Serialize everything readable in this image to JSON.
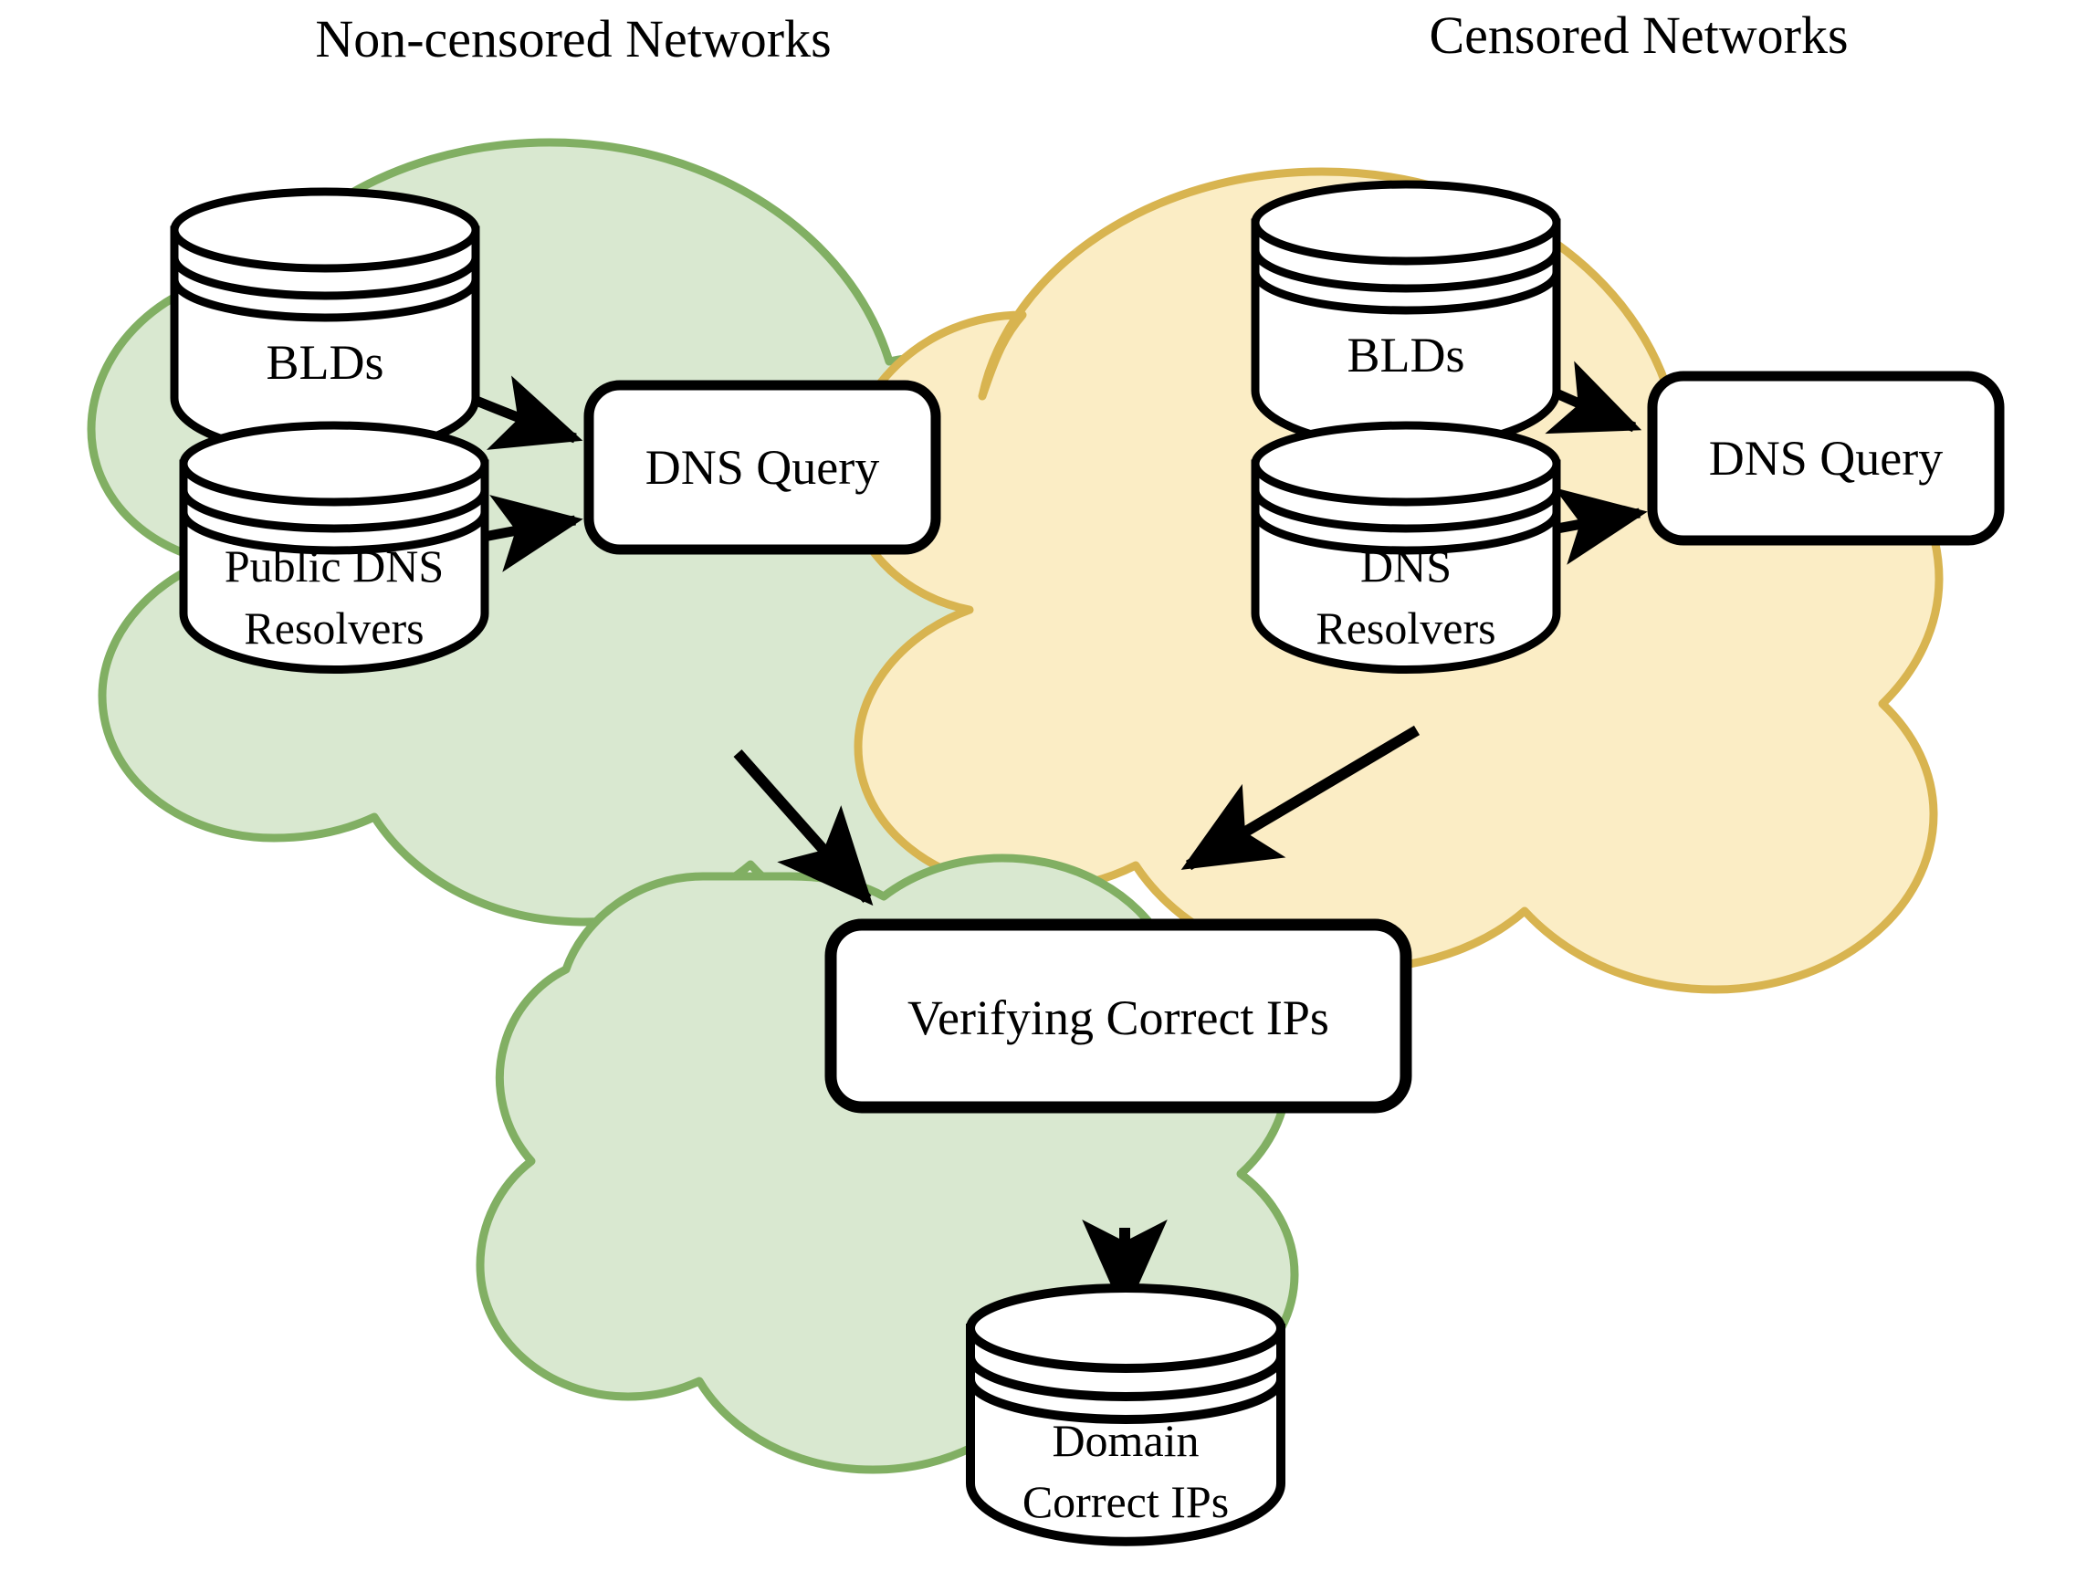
{
  "figure": {
    "type": "flow-diagram",
    "background": "#ffffff"
  },
  "colors": {
    "green_cloud_fill": "#D9E8D0",
    "green_cloud_stroke": "#81AF63",
    "yellow_cloud_fill": "#FBEDC5",
    "yellow_cloud_stroke": "#D8B450",
    "node_fill": "#ffffff",
    "node_stroke": "#000000",
    "arrow_color": "#000000",
    "text_color": "#000000"
  },
  "titles": {
    "left": "Non-censored Networks",
    "right": "Censored Networks"
  },
  "groups": [
    {
      "id": "non-censored",
      "title": "Non-censored Networks",
      "cloud_color": "#D9E8D0",
      "nodes": [
        {
          "id": "bld-left",
          "shape": "cylinder",
          "label": "BLDs"
        },
        {
          "id": "public-dns-resolvers",
          "shape": "cylinder",
          "label_line1": "Public DNS",
          "label_line2": "Resolvers"
        },
        {
          "id": "dns-query-left",
          "shape": "rounded-rect",
          "label": "DNS Query"
        }
      ]
    },
    {
      "id": "censored",
      "title": "Censored Networks",
      "cloud_color": "#FBEDC5",
      "nodes": [
        {
          "id": "bld-right",
          "shape": "cylinder",
          "label": "BLDs"
        },
        {
          "id": "dns-resolvers",
          "shape": "cylinder",
          "label_line1": "DNS",
          "label_line2": "Resolvers"
        },
        {
          "id": "dns-query-right",
          "shape": "rounded-rect",
          "label": "DNS Query"
        }
      ]
    },
    {
      "id": "verification",
      "title": "",
      "cloud_color": "#D9E8D0",
      "nodes": [
        {
          "id": "verifying-correct-ips",
          "shape": "rounded-rect",
          "label": "Verifying Correct IPs"
        }
      ]
    }
  ],
  "outputs": [
    {
      "id": "domain-correct-ips",
      "shape": "cylinder",
      "label_line1": "Domain",
      "label_line2": "Correct IPs"
    }
  ],
  "edges": [
    {
      "from": "bld-left",
      "to": "dns-query-left"
    },
    {
      "from": "public-dns-resolvers",
      "to": "dns-query-left"
    },
    {
      "from": "bld-right",
      "to": "dns-query-right"
    },
    {
      "from": "dns-resolvers",
      "to": "dns-query-right"
    },
    {
      "from": "non-censored",
      "to": "verification"
    },
    {
      "from": "censored",
      "to": "verification"
    },
    {
      "from": "verification",
      "to": "domain-correct-ips"
    }
  ],
  "labels": {
    "title_left": "Non-censored Networks",
    "title_right": "Censored Networks",
    "bld_left": "BLDs",
    "bld_right": "BLDs",
    "public_dns_l1": "Public DNS",
    "public_dns_l2": "Resolvers",
    "dns_res_l1": "DNS",
    "dns_res_l2": "Resolvers",
    "dns_query_left": "DNS Query",
    "dns_query_right": "DNS Query",
    "verifying": "Verifying Correct IPs",
    "domain_l1": "Domain",
    "domain_l2": "Correct IPs"
  }
}
